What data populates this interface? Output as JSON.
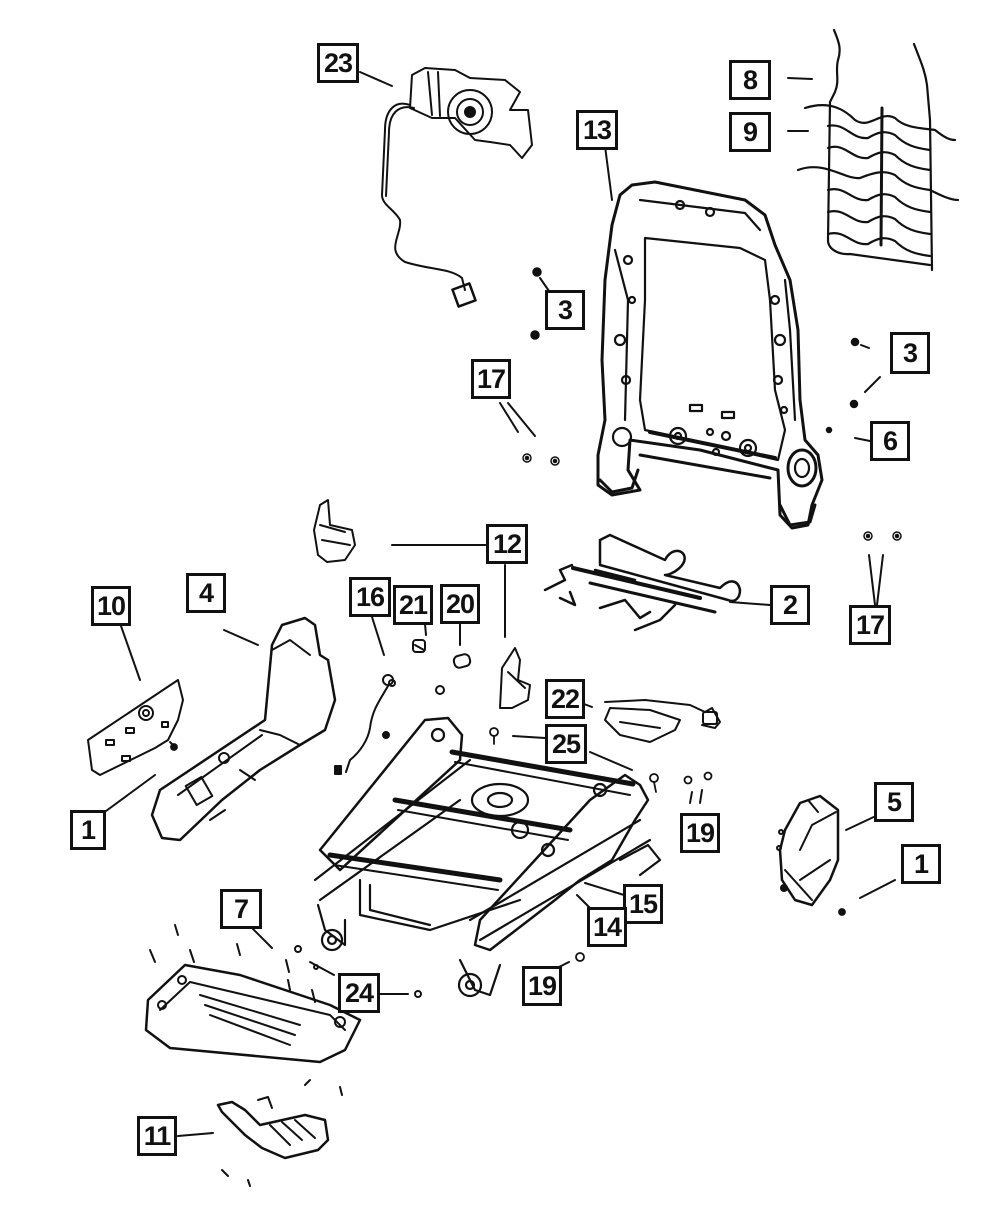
{
  "diagram": {
    "title": "Front seat frame and components – exploded parts diagram",
    "line_color": "#111111",
    "background": "#ffffff",
    "callouts": [
      {
        "id": "c23",
        "label": "23"
      },
      {
        "id": "c8",
        "label": "8"
      },
      {
        "id": "c9",
        "label": "9"
      },
      {
        "id": "c13",
        "label": "13"
      },
      {
        "id": "c3a",
        "label": "3"
      },
      {
        "id": "c3b",
        "label": "3"
      },
      {
        "id": "c17a",
        "label": "17"
      },
      {
        "id": "c6",
        "label": "6"
      },
      {
        "id": "c12",
        "label": "12"
      },
      {
        "id": "c2",
        "label": "2"
      },
      {
        "id": "c17b",
        "label": "17"
      },
      {
        "id": "c10",
        "label": "10"
      },
      {
        "id": "c4",
        "label": "4"
      },
      {
        "id": "c16",
        "label": "16"
      },
      {
        "id": "c21",
        "label": "21"
      },
      {
        "id": "c20",
        "label": "20"
      },
      {
        "id": "c22",
        "label": "22"
      },
      {
        "id": "c25",
        "label": "25"
      },
      {
        "id": "c1a",
        "label": "1"
      },
      {
        "id": "c5",
        "label": "5"
      },
      {
        "id": "c19a",
        "label": "19"
      },
      {
        "id": "c1b",
        "label": "1"
      },
      {
        "id": "c15",
        "label": "15"
      },
      {
        "id": "c14",
        "label": "14"
      },
      {
        "id": "c7",
        "label": "7"
      },
      {
        "id": "c19b",
        "label": "19"
      },
      {
        "id": "c24",
        "label": "24"
      },
      {
        "id": "c11",
        "label": "11"
      }
    ],
    "parts": [
      {
        "name": "airbag-module",
        "callout": "23"
      },
      {
        "name": "seatback-suspension-wire",
        "callout": "8"
      },
      {
        "name": "lumbar-support",
        "callout": "9"
      },
      {
        "name": "seatback-frame",
        "callout": "13"
      },
      {
        "name": "push-pin-fasteners",
        "callout": "3"
      },
      {
        "name": "nuts",
        "callout": "17"
      },
      {
        "name": "clip",
        "callout": "6"
      },
      {
        "name": "brackets",
        "callout": "12"
      },
      {
        "name": "cushion-suspension-wire",
        "callout": "2"
      },
      {
        "name": "shield-trim-panel",
        "callout": "10"
      },
      {
        "name": "outboard-seat-shield",
        "callout": "4"
      },
      {
        "name": "wiring-harness",
        "callout": "16"
      },
      {
        "name": "switch",
        "callout": "21"
      },
      {
        "name": "knob",
        "callout": "20"
      },
      {
        "name": "motor-module",
        "callout": "22"
      },
      {
        "name": "screw",
        "callout": "25"
      },
      {
        "name": "screws",
        "callout": "1"
      },
      {
        "name": "inboard-seat-shield",
        "callout": "5"
      },
      {
        "name": "nuts-lower",
        "callout": "19"
      },
      {
        "name": "seat-adjuster",
        "callout": "15"
      },
      {
        "name": "track",
        "callout": "14"
      },
      {
        "name": "bolts",
        "callout": "7"
      },
      {
        "name": "bolts-lower",
        "callout": "24"
      },
      {
        "name": "riser-bracket",
        "callout": "11"
      }
    ]
  }
}
